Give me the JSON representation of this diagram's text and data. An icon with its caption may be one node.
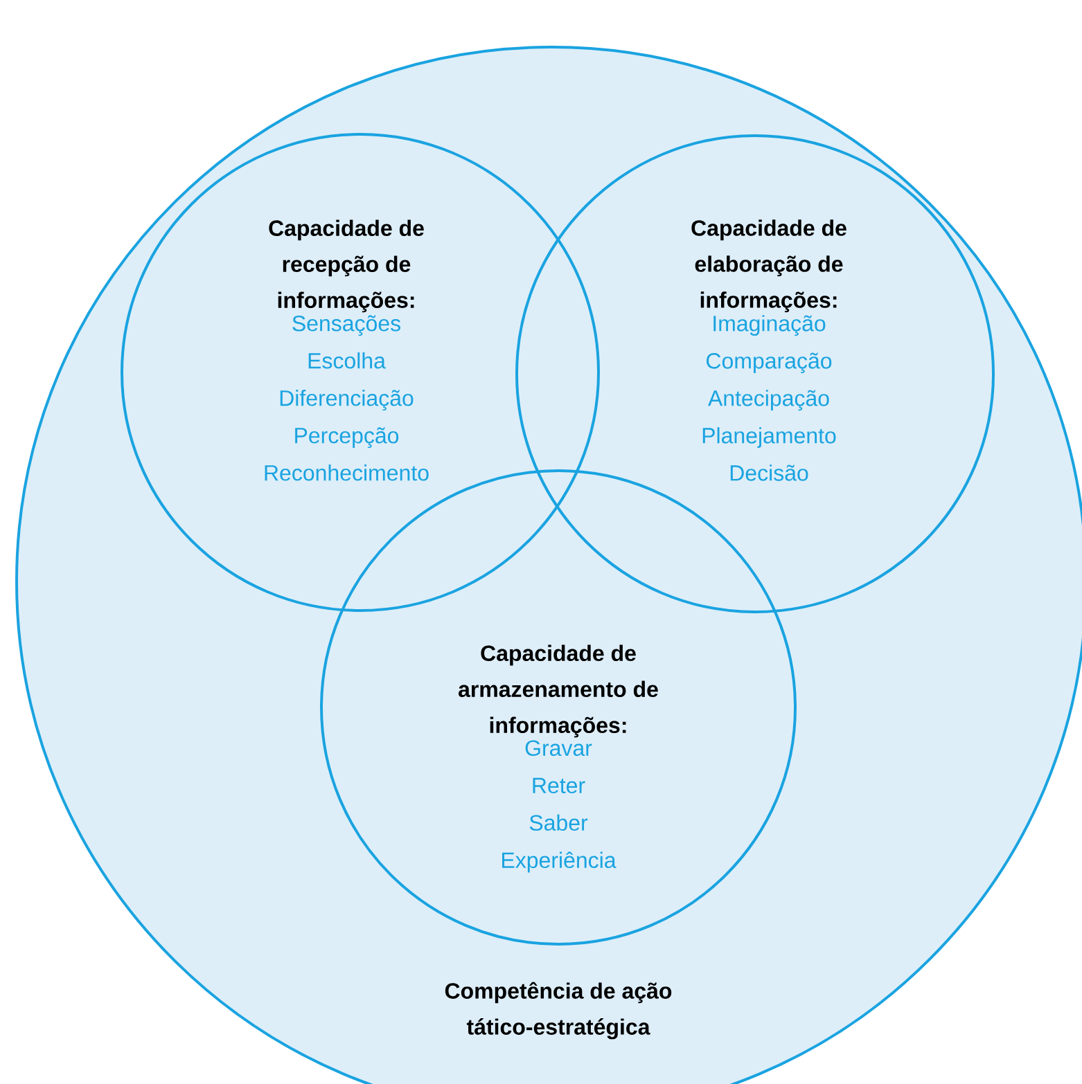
{
  "diagram": {
    "nodes": [
      {
        "text": [
          "Competência de ação tático-estratégica"
        ]
      },
      {
        "text": [
          "Capacidade de recepção de informações:",
          "Sensações",
          "Escolha",
          "Diferenciação",
          "Percepção",
          "Reconhecimento"
        ],
        "in": 0
      },
      {
        "text": [
          "Capacidade de elaboração de informações:",
          "Imaginação",
          "Comparação",
          "Antecipação",
          "Planejamento",
          "Decisão"
        ],
        "in": 0
      },
      {
        "text": [
          "Capacidade de armazenamento de informações:",
          "Gravar",
          "Reter",
          "Saber",
          "Experiência"
        ],
        "in": 0
      }
    ]
  }
}
